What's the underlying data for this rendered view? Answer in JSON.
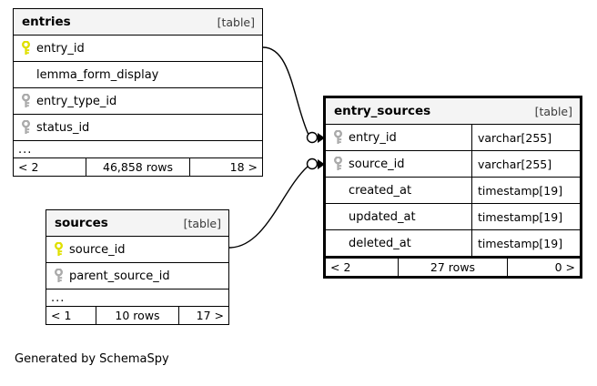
{
  "diagram": {
    "caption": "Generated by SchemaSpy",
    "kind_label": "[table]",
    "ellipsis": "...",
    "colors": {
      "primary_key": "#e8e800",
      "foreign_key": "#aaaaaa",
      "header_background": "#f4f4f4",
      "border": "#000000",
      "background": "#ffffff"
    }
  },
  "tables": {
    "entries": {
      "name": "entries",
      "kind": "[table]",
      "columns": [
        {
          "name": "entry_id",
          "key": "primary",
          "type": ""
        },
        {
          "name": "lemma_form_display",
          "key": "none",
          "type": ""
        },
        {
          "name": "entry_type_id",
          "key": "foreign",
          "type": ""
        },
        {
          "name": "status_id",
          "key": "foreign",
          "type": ""
        }
      ],
      "more_indicator": "...",
      "footer": {
        "left": "< 2",
        "middle": "46,858 rows",
        "right": "18 >"
      }
    },
    "sources": {
      "name": "sources",
      "kind": "[table]",
      "columns": [
        {
          "name": "source_id",
          "key": "primary",
          "type": ""
        },
        {
          "name": "parent_source_id",
          "key": "foreign",
          "type": ""
        }
      ],
      "more_indicator": "...",
      "footer": {
        "left": "< 1",
        "middle": "10 rows",
        "right": "17 >"
      }
    },
    "entry_sources": {
      "name": "entry_sources",
      "kind": "[table]",
      "columns": [
        {
          "name": "entry_id",
          "key": "foreign",
          "type": "varchar[255]"
        },
        {
          "name": "source_id",
          "key": "foreign",
          "type": "varchar[255]"
        },
        {
          "name": "created_at",
          "key": "none",
          "type": "timestamp[19]"
        },
        {
          "name": "updated_at",
          "key": "none",
          "type": "timestamp[19]"
        },
        {
          "name": "deleted_at",
          "key": "none",
          "type": "timestamp[19]"
        }
      ],
      "footer": {
        "left": "< 2",
        "middle": "27 rows",
        "right": "0 >"
      }
    }
  },
  "relationships": [
    {
      "from": "entries.entry_id",
      "to": "entry_sources.entry_id"
    },
    {
      "from": "sources.source_id",
      "to": "entry_sources.source_id"
    }
  ]
}
